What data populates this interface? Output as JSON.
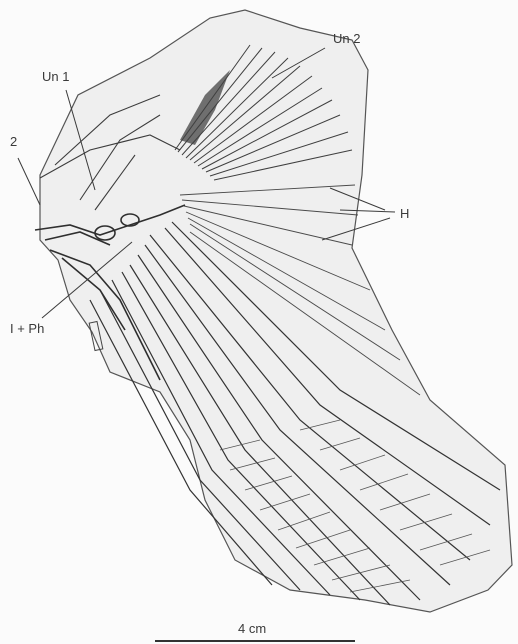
{
  "labels": {
    "un1": "Un 1",
    "un2": "Un 2",
    "two": "2",
    "h": "H",
    "iph": "I + Ph"
  },
  "scale": {
    "label": "4 cm"
  },
  "colors": {
    "ink": "#3a3a3a",
    "paper": "#fbfbfb",
    "matrix": "#eeeeee"
  }
}
